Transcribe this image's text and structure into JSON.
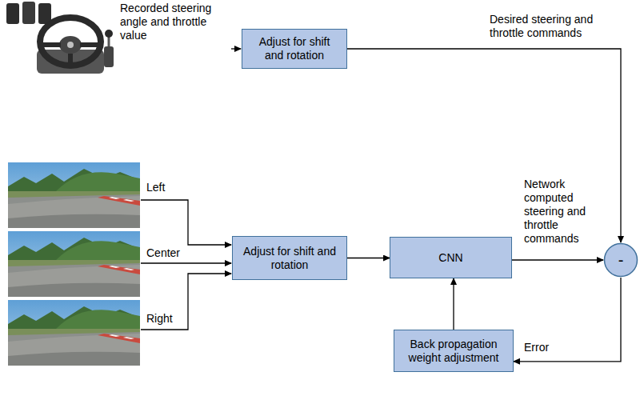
{
  "diagram": {
    "nodes": [
      {
        "text": [
          "Adjust for shift and rotation"
        ]
      },
      {
        "text": [
          "Adjust for shift and rotation"
        ]
      },
      {
        "text": [
          "CNN"
        ]
      },
      {
        "text": [
          "Back propagation weight adjustment"
        ]
      },
      {
        "text": [
          "-"
        ]
      }
    ],
    "edges": [
      {
        "from": 0,
        "to": 4,
        "arrow": "to",
        "label": "Desired steering and throttle commands"
      },
      {
        "from": 1,
        "to": 2,
        "arrow": "to"
      },
      {
        "from": 2,
        "to": 4,
        "arrow": "to",
        "label": "Network computed steering and throttle commands"
      },
      {
        "from": 4,
        "to": 3,
        "arrow": "to",
        "label": "Error"
      },
      {
        "from": 3,
        "to": 2,
        "arrow": "to"
      }
    ],
    "labels": [
      "Recorded steering angle and throttle value",
      "Left",
      "Center",
      "Right"
    ]
  }
}
